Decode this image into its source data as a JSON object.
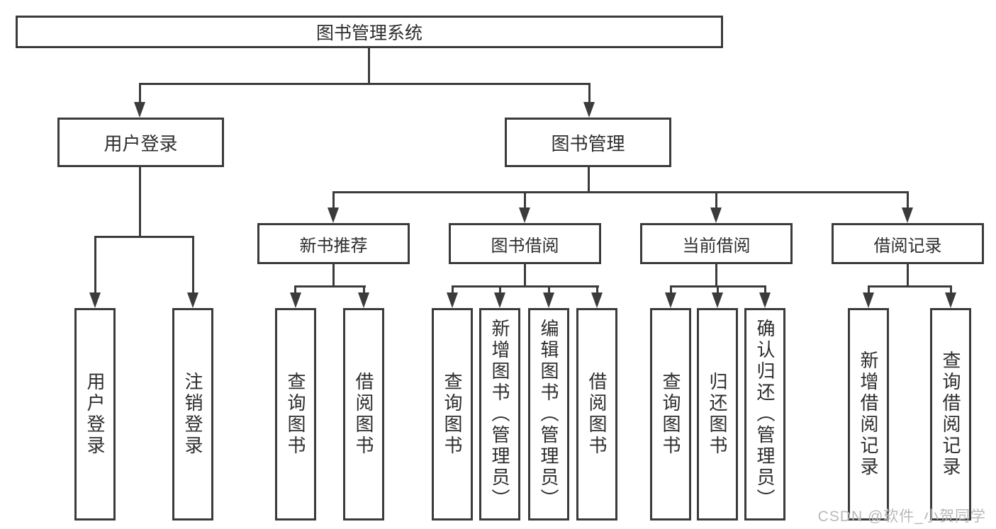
{
  "tree": {
    "root": {
      "label": "图书管理系统",
      "children": [
        {
          "label": "用户登录",
          "children": [
            {
              "label": "用户登录"
            },
            {
              "label": "注销登录"
            }
          ]
        },
        {
          "label": "图书管理",
          "children": [
            {
              "label": "新书推荐",
              "children": [
                {
                  "label": "查询图书"
                },
                {
                  "label": "借阅图书"
                }
              ]
            },
            {
              "label": "图书借阅",
              "children": [
                {
                  "label": "查询图书"
                },
                {
                  "label": "新增图书（管理员）"
                },
                {
                  "label": "编辑图书（管理员）"
                },
                {
                  "label": "借阅图书"
                }
              ]
            },
            {
              "label": "当前借阅",
              "children": [
                {
                  "label": "查询图书"
                },
                {
                  "label": "归还图书"
                },
                {
                  "label": "确认归还（管理员）"
                }
              ]
            },
            {
              "label": "借阅记录",
              "children": [
                {
                  "label": "新增借阅记录"
                },
                {
                  "label": "查询借阅记录"
                }
              ]
            }
          ]
        }
      ]
    }
  },
  "watermark": {
    "text": "CSDN @软件_小贺同学"
  },
  "colors": {
    "line": "#3b3b3b",
    "text": "#2d2d2d",
    "watermark": "#b9b9b9",
    "background": "#ffffff"
  }
}
